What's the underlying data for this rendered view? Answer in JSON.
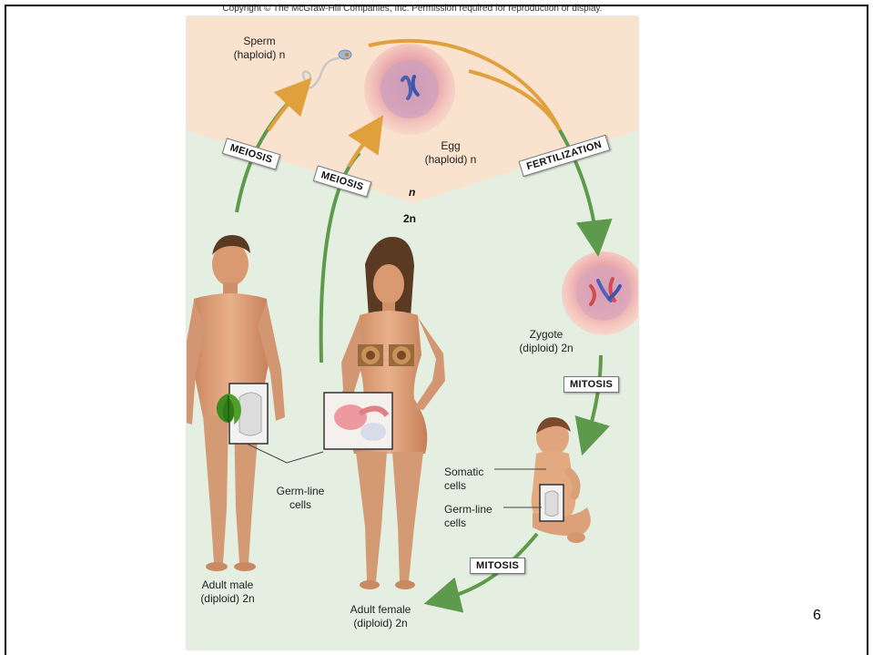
{
  "copyright": "Copyright © The McGraw-Hill Companies, Inc. Permission required for reproduction or display.",
  "labels": {
    "sperm": [
      "Sperm",
      "(haploid) n"
    ],
    "egg": [
      "Egg",
      "(haploid) n"
    ],
    "zygote": [
      "Zygote",
      "(diploid) 2n"
    ],
    "adult_male": [
      "Adult male",
      "(diploid) 2n"
    ],
    "adult_female": [
      "Adult female",
      "(diploid) 2n"
    ],
    "germline_adult": [
      "Germ-line",
      "cells"
    ],
    "somatic": [
      "Somatic",
      "cells"
    ],
    "germline_baby": [
      "Germ-line",
      "cells"
    ]
  },
  "stages": {
    "meiosis_male": "MEIOSIS",
    "meiosis_female": "MEIOSIS",
    "fertilization": "FERTILIZATION",
    "mitosis_upper": "MITOSIS",
    "mitosis_lower": "MITOSIS"
  },
  "ploidy": {
    "haploid": "n",
    "diploid": "2n"
  },
  "page_number": "6",
  "colors": {
    "haploid_region": "#f9e3cf",
    "diploid_region": "#e4efe2",
    "arrow_orange": "#e0a03c",
    "arrow_green": "#5e9a4c",
    "cell": "#f2b6b0",
    "skin": "#e1a37c"
  }
}
